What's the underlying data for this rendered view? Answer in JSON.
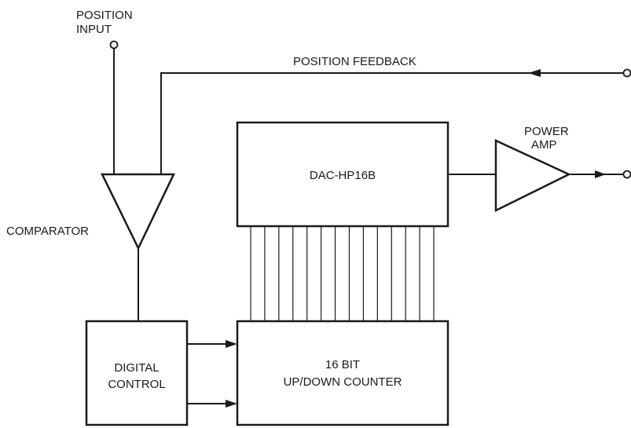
{
  "labels": {
    "position_input_line1": "POSITION",
    "position_input_line2": "INPUT",
    "position_feedback": "POSITION FEEDBACK",
    "comparator": "COMPARATOR",
    "dac": "DAC-HP16B",
    "power_amp_line1": "POWER",
    "power_amp_line2": "AMP",
    "digital_control_line1": "DIGITAL",
    "digital_control_line2": "CONTROL",
    "counter_line1": "16 BIT",
    "counter_line2": "UP/DOWN COUNTER"
  },
  "bus": {
    "line_count": 14
  }
}
